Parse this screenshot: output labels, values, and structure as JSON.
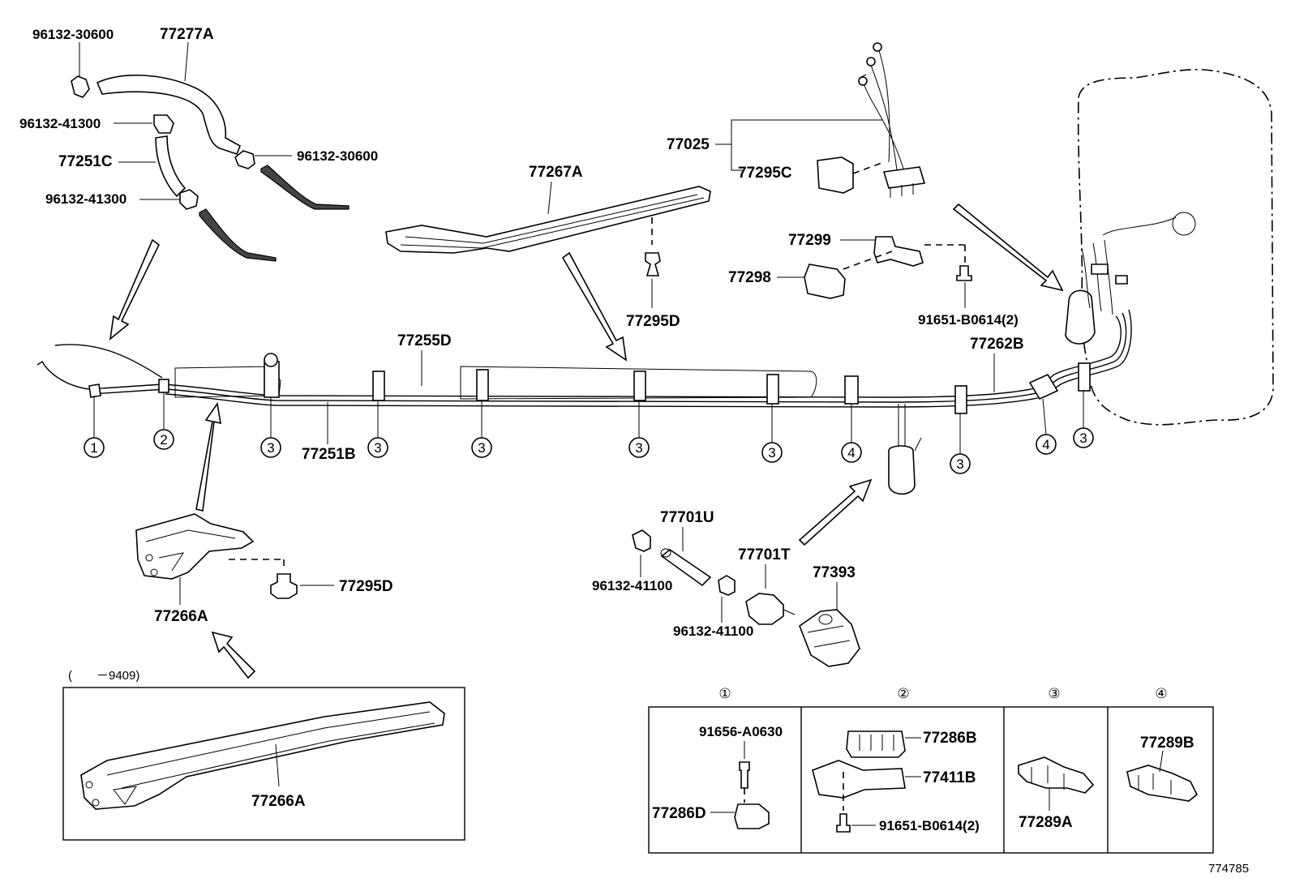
{
  "labels": {
    "p96132_30600_a": "96132-30600",
    "p77277A": "77277A",
    "p96132_41300_a": "96132-41300",
    "p96132_30600_b": "96132-30600",
    "p77251C": "77251C",
    "p96132_41300_b": "96132-41300",
    "p77267A": "77267A",
    "p77025": "77025",
    "p77295C": "77295C",
    "p77299": "77299",
    "p77298": "77298",
    "p91651_B0614_top": "91651-B0614(2)",
    "p77295D_top": "77295D",
    "p77255D": "77255D",
    "p77262B": "77262B",
    "p77251B": "77251B",
    "p77295D_left": "77295D",
    "p77266A_top": "77266A",
    "p77701U": "77701U",
    "p77701T": "77701T",
    "p77393": "77393",
    "p96132_41100_a": "96132-41100",
    "p96132_41100_b": "96132-41100",
    "inset_note": "(　　－9409)",
    "p77266A_inset": "77266A",
    "legend_1": "①",
    "legend_2": "②",
    "legend_3": "③",
    "legend_4": "④",
    "p91656_A0630": "91656-A0630",
    "p77286D": "77286D",
    "p77286B": "77286B",
    "p77411B": "77411B",
    "p91651_B0614_box": "91651-B0614(2)",
    "p77289A": "77289A",
    "p77289B": "77289B",
    "diagram_id": "774785"
  },
  "callouts": {
    "c1": "①",
    "c2": "②",
    "c3": "③",
    "c4": "④"
  }
}
